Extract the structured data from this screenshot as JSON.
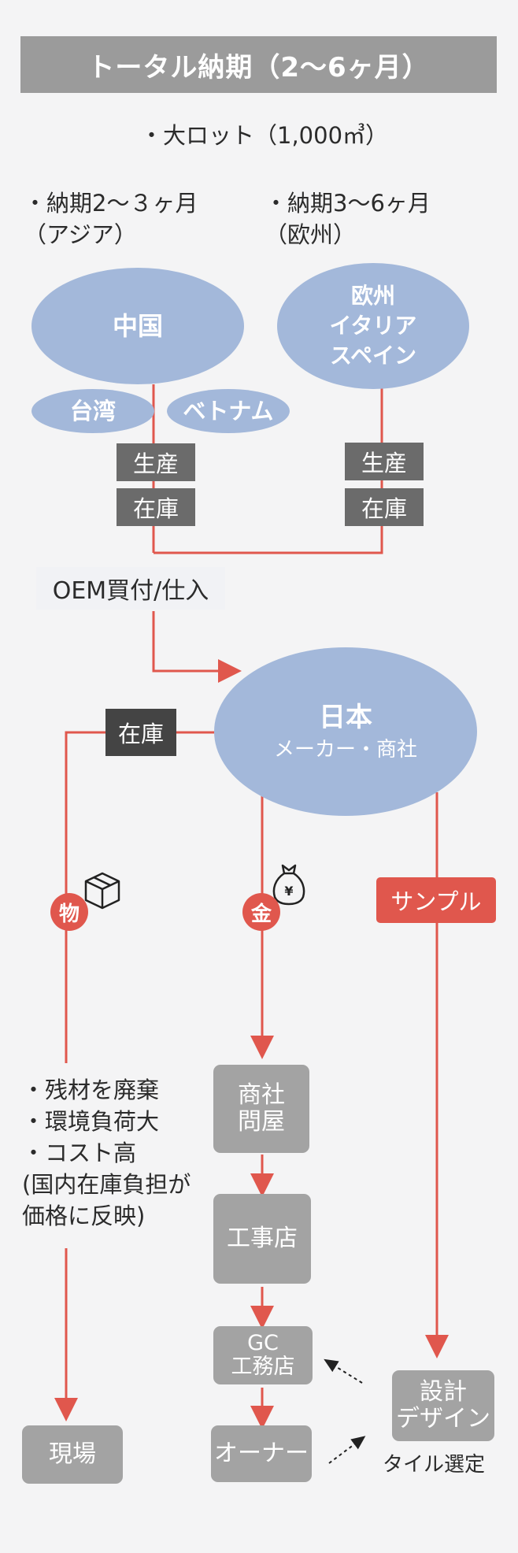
{
  "title": "トータル納期（2〜6ヶ月）",
  "large_lot": "・大ロット（1,000㎥）",
  "lead_asia": {
    "line1": "・納期2〜３ヶ月",
    "line2": "（アジア）"
  },
  "lead_europe": {
    "line1": "・納期3〜6ヶ月",
    "line2": "（欧州）"
  },
  "china": "中国",
  "europe": {
    "line1": "欧州",
    "line2": "イタリア",
    "line3": "スペイン"
  },
  "taiwan": "台湾",
  "vietnam": "ベトナム",
  "production_label": "生産",
  "stock_label": "在庫",
  "oem": "OEM買付/仕入",
  "japan": {
    "title": "日本",
    "subtitle": "メーカー・商社"
  },
  "japan_stock": "在庫",
  "badge_goods": "物",
  "badge_money": "金",
  "sample": "サンプル",
  "issues": {
    "line1": "・残材を廃棄",
    "line2": "・環境負荷大",
    "line3": "・コスト高",
    "line4": "(国内在庫負担が",
    "line5": "価格に反映)"
  },
  "trading": {
    "line1": "商社",
    "line2": "問屋"
  },
  "contractor": "工事店",
  "gc": {
    "line1": "GC",
    "line2": "工務店"
  },
  "owner": "オーナー",
  "site": "現場",
  "design": {
    "line1": "設計",
    "line2": "デザイン"
  },
  "tile_selection": "タイル選定",
  "colors": {
    "accent": "#e0574d",
    "ellipse": "#a3b8da",
    "box": "#a3a3a3",
    "tag": "#6b6b6b",
    "title_bar": "#9b9b9b"
  },
  "icons": [
    "box-icon",
    "money-bag-icon"
  ]
}
